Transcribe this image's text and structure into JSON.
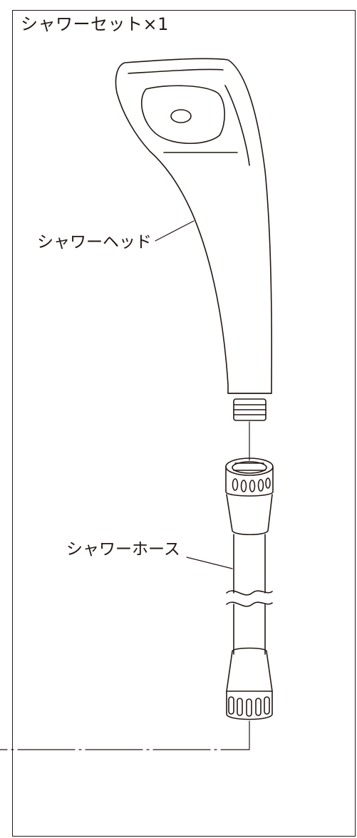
{
  "panel": {
    "title": "シャワーセット×1"
  },
  "parts": {
    "shower_head_label": "シャワーヘッド",
    "shower_hose_label": "シャワーホース"
  },
  "colors": {
    "line": "#231815",
    "background": "#ffffff"
  }
}
